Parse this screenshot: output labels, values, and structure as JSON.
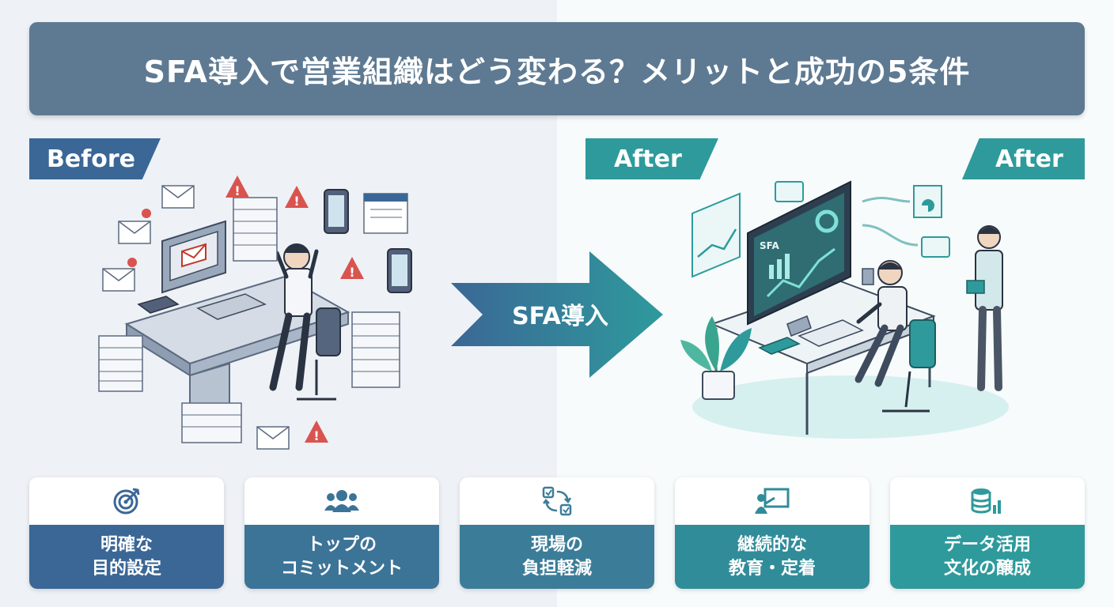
{
  "title": "SFA導入で営業組織はどう変わる？メリットと成功の5条件",
  "labels": {
    "before": "Before",
    "after_left": "After",
    "after_right": "After"
  },
  "arrow_label": "SFA導入",
  "monitor_logo": "SFA",
  "colors": {
    "title_bg": "#5e7a92",
    "before_blue": "#3b6796",
    "after_teal": "#2e9a9c",
    "alert_red": "#d9534f"
  },
  "cards": [
    {
      "icon": "target-icon",
      "line1": "明確な",
      "line2": "目的設定"
    },
    {
      "icon": "team-icon",
      "line1": "トップの",
      "line2": "コミットメント"
    },
    {
      "icon": "workflow-cycle-icon",
      "line1": "現場の",
      "line2": "負担軽減"
    },
    {
      "icon": "training-board-icon",
      "line1": "継続的な",
      "line2": "教育・定着"
    },
    {
      "icon": "database-chart-icon",
      "line1": "データ活用",
      "line2": "文化の醸成"
    }
  ]
}
